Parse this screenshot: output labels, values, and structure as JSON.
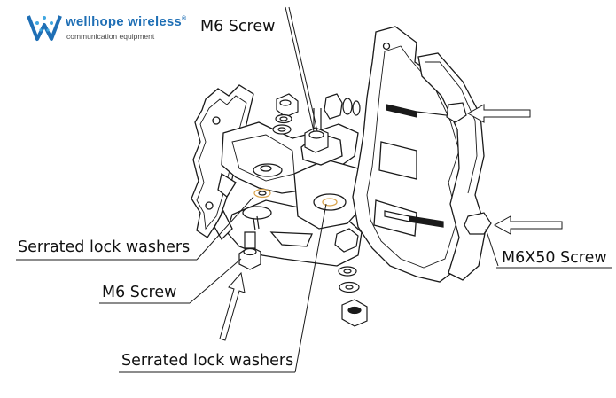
{
  "brand": {
    "name": "wellhope wireless",
    "registered": "®",
    "tagline": "communication equipment",
    "colors": {
      "primary": "#1f6fb5",
      "accent": "#3fa6e0",
      "text": "#4a4a4a"
    }
  },
  "callouts": {
    "m6_screw_top": "M6 Screw",
    "serrated_left": "Serrated lock washers",
    "m6_screw_left": "M6 Screw",
    "serrated_bottom": "Serrated lock washers",
    "m6x50_screw": "M6X50 Screw"
  },
  "colors": {
    "line": "#1a1a1a",
    "washer_accent": "#d9a34a"
  }
}
